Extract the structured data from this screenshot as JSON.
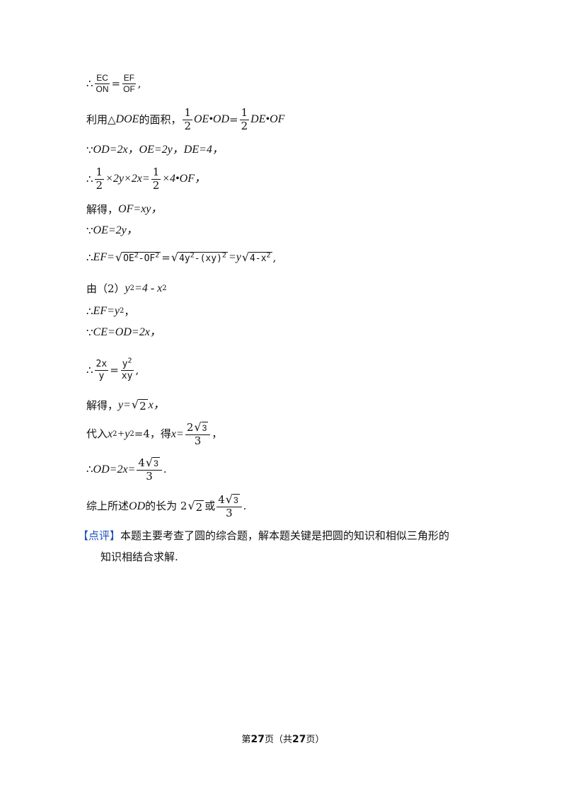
{
  "lines": {
    "l1": {
      "therefore": "∴",
      "n1": "EC",
      "d1": "ON",
      "eq": "=",
      "n2": "EF",
      "d2": "OF",
      "tail": ","
    },
    "l2": {
      "text": "利用△",
      "var": "DOE",
      "text2": "的面积，",
      "one": "1",
      "two": "2",
      "oe_od": "OE•OD",
      "eq": "=",
      "de_of": "DE•OF"
    },
    "l3": {
      "because": "∵",
      "text": "OD=2x，OE=2y，DE=4，"
    },
    "l4": {
      "therefore": "∴",
      "one": "1",
      "two": "2",
      "mid": "×2y×2x=",
      "tail": "×4•OF，"
    },
    "l5": {
      "text": "解得，",
      "eq": "OF=xy，"
    },
    "l6": {
      "because": "∵",
      "text": "OE=2y，"
    },
    "l7": {
      "therefore": "∴",
      "lhs": "EF=",
      "r1": "OE",
      "r1b": "-OF",
      "eq1": "=",
      "r2": "4y",
      "r2b": "-(xy)",
      "eq2": "=y",
      "r3": "4-x",
      "sup": "2",
      "tail": ","
    },
    "l8": {
      "text": "由（2）",
      "eq": "y",
      "sup": "2",
      "rest": "=4 - x",
      "sup2": "2"
    },
    "l9": {
      "therefore": "∴",
      "text": "EF=y",
      "sup": "2",
      "tail": "，"
    },
    "l10": {
      "because": "∵",
      "text": "CE=OD=2x，"
    },
    "l11": {
      "therefore": "∴",
      "n1": "2x",
      "d1": "y",
      "eq": "=",
      "n2": "y",
      "n2sup": "2",
      "d2": "xy",
      "tail": ","
    },
    "l12": {
      "text": "解得，",
      "lhs": "y=",
      "rad": "2",
      "tail": "x，"
    },
    "l13": {
      "text": "代入 ",
      "eq": "x",
      "sup1": "2",
      "plus": "+y",
      "sup2": "2",
      "rest": "=4，得 ",
      "lhs": "x=",
      "num_coef": "2",
      "num_rad": "3",
      "den": "3",
      "tail": "，"
    },
    "l14": {
      "therefore": "∴",
      "lhs": "OD=2x=",
      "num_coef": "4",
      "num_rad": "3",
      "den": "3",
      "tail": "."
    },
    "l15": {
      "text": "综上所述 ",
      "var": "OD",
      "text2": " 的长为 2",
      "rad": "2",
      "or": "或",
      "num_coef": "4",
      "num_rad": "3",
      "den": "3",
      "tail": "."
    }
  },
  "review": {
    "tag": "【点评】",
    "text1": "本题主要考查了圆的综合题，解本题关键是把圆的知识和相似三角形的",
    "text2": "知识相结合求解."
  },
  "footer": {
    "prefix": "第",
    "page": "27",
    "mid": "页（共",
    "total": "27",
    "suffix": "页）"
  },
  "colors": {
    "text": "#111111",
    "review_tag": "#1f4fbf"
  }
}
